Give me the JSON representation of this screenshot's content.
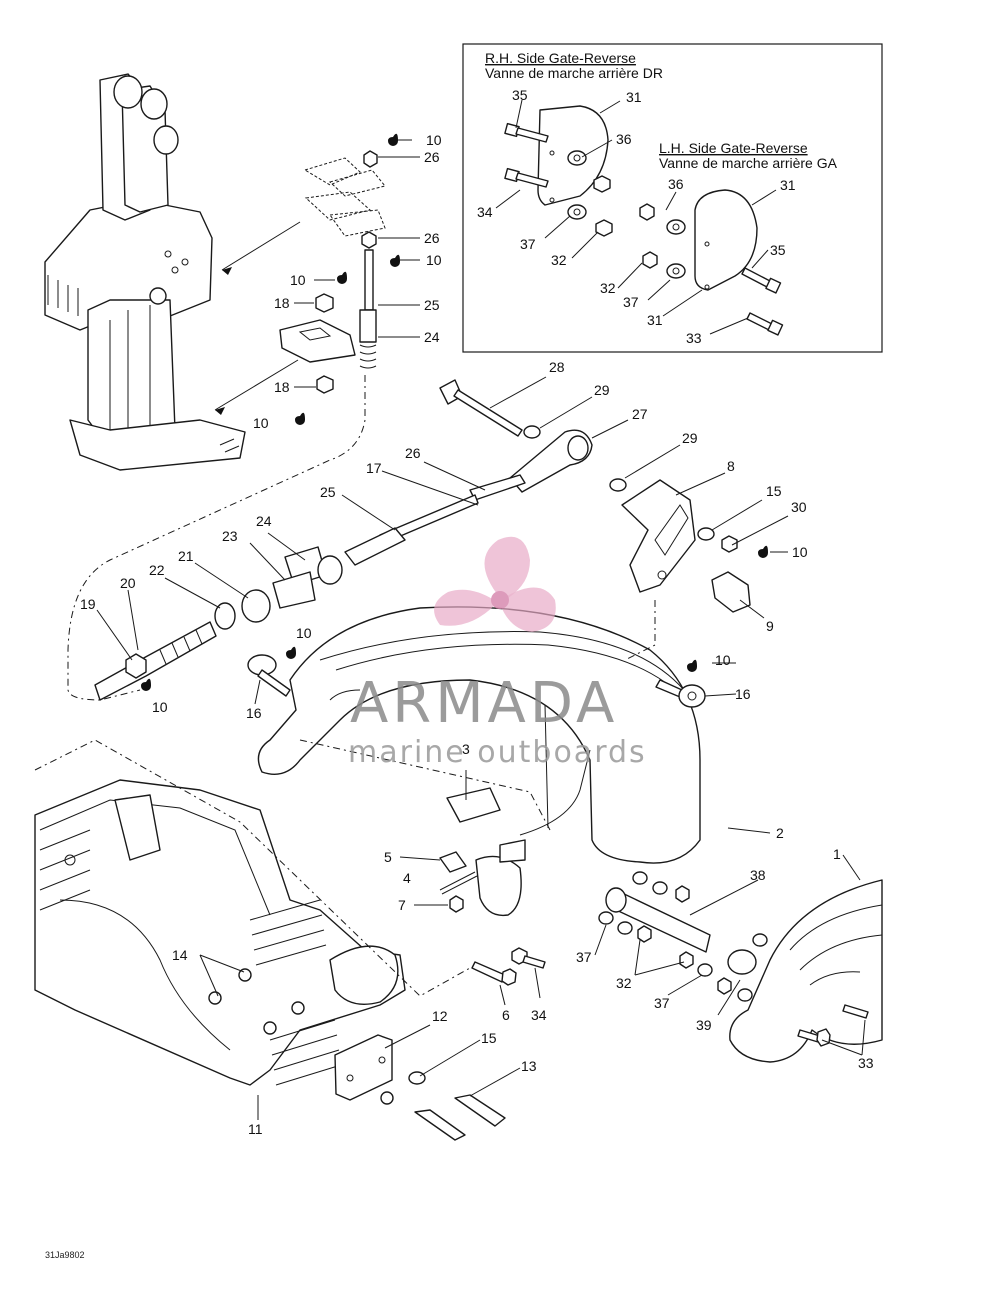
{
  "inset": {
    "rh_title": "R.H. Side Gate-Reverse",
    "rh_subtitle": "Vanne de marche arrière DR",
    "lh_title": "L.H. Side Gate-Reverse",
    "lh_subtitle": "Vanne de marche arrière GA"
  },
  "watermark": {
    "brand": "ARMADA",
    "tagline": "marine outboards",
    "color_primary": "#e7a9c6",
    "color_text": "#8a8a8a"
  },
  "figure_ref": "31Ja9802",
  "callouts": {
    "c1": "1",
    "c2": "2",
    "c3": "3",
    "c4": "4",
    "c5": "5",
    "c6": "6",
    "c7": "7",
    "c8": "8",
    "c9": "9",
    "c10": "10",
    "c11": "11",
    "c12": "12",
    "c13": "13",
    "c14": "14",
    "c15": "15",
    "c16": "16",
    "c17": "17",
    "c18": "18",
    "c19": "19",
    "c20": "20",
    "c21": "21",
    "c22": "22",
    "c23": "23",
    "c24": "24",
    "c25": "25",
    "c26": "26",
    "c27": "27",
    "c28": "28",
    "c29": "29",
    "c30": "30",
    "c31": "31",
    "c32": "32",
    "c33": "33",
    "c34": "34",
    "c35": "35",
    "c36": "36",
    "c37": "37",
    "c38": "38",
    "c39": "39"
  },
  "icons": {
    "drop": "sealant-drop-icon"
  }
}
